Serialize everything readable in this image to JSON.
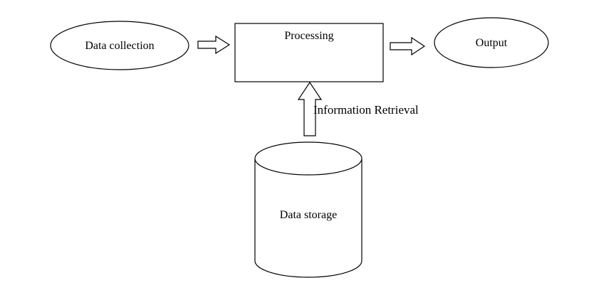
{
  "diagram": {
    "nodes": {
      "data_collection": {
        "label": "Data collection"
      },
      "processing": {
        "label": "Processing"
      },
      "output": {
        "label": "Output"
      },
      "data_storage": {
        "label": "Data storage"
      }
    },
    "edges": {
      "information_retrieval": {
        "label": "Information Retrieval"
      }
    }
  }
}
